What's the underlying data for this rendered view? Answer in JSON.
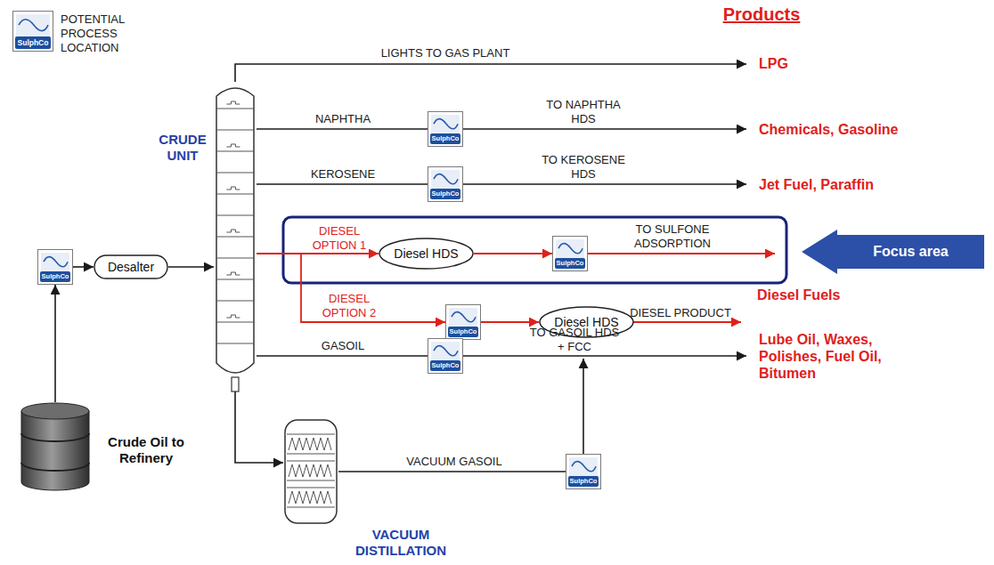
{
  "diagram": {
    "nodes": [
      {
        "text": [
          "SulphCo"
        ]
      },
      {
        "text": [
          "CRUDE UNIT"
        ]
      },
      {
        "text": [
          "SulphCo"
        ]
      },
      {
        "text": [
          "Desalter"
        ]
      },
      {
        "text": [
          "Crude Oil to Refinery"
        ]
      },
      {
        "text": [
          "SulphCo"
        ]
      },
      {
        "text": [
          "SulphCo"
        ]
      },
      {
        "text": [
          "Diesel HDS"
        ]
      },
      {
        "text": [
          "SulphCo"
        ]
      },
      {
        "text": [
          "SulphCo"
        ]
      },
      {
        "text": [
          "Diesel HDS"
        ]
      },
      {
        "text": [
          "SulphCo"
        ]
      },
      {
        "text": [
          "VACUUM DISTILLATION"
        ]
      },
      {
        "text": [
          "SulphCo"
        ]
      },
      {
        "text": [
          "Focus area"
        ]
      }
    ],
    "edges": [
      {
        "from": 4,
        "to": 2,
        "arrow": "to"
      },
      {
        "from": 2,
        "to": 3,
        "arrow": "to"
      },
      {
        "from": 3,
        "to": 1,
        "arrow": "to"
      },
      {
        "from": 1,
        "to": 5,
        "label": "NAPHTHA",
        "arrow": "none"
      },
      {
        "from": 1,
        "to": 6,
        "label": "KEROSENE",
        "arrow": "none"
      },
      {
        "from": 1,
        "to": 7,
        "label": "DIESEL OPTION 1",
        "arrow": "to"
      },
      {
        "from": 7,
        "to": 8,
        "arrow": "to"
      },
      {
        "from": 1,
        "to": 9,
        "label": "DIESEL OPTION 2",
        "arrow": "to"
      },
      {
        "from": 9,
        "to": 10,
        "arrow": "to"
      },
      {
        "from": 1,
        "to": 11,
        "label": "GASOIL",
        "arrow": "none"
      },
      {
        "from": 1,
        "to": 12,
        "arrow": "to"
      },
      {
        "from": 12,
        "to": 13,
        "label": "VACUUM GASOIL",
        "arrow": "none"
      }
    ],
    "labels": [
      "POTENTIAL PROCESS LOCATION",
      "Products",
      "LIGHTS TO GAS PLANT",
      "LPG",
      "TO NAPHTHA HDS",
      "Chemicals, Gasoline",
      "TO KEROSENE HDS",
      "Jet Fuel, Paraffin",
      "TO SULFONE ADSORPTION",
      "Diesel Fuels",
      "DIESEL PRODUCT",
      "TO GASOIL HDS + FCC",
      "Lube Oil, Waxes, Polishes, Fuel Oil, Bitumen"
    ]
  }
}
